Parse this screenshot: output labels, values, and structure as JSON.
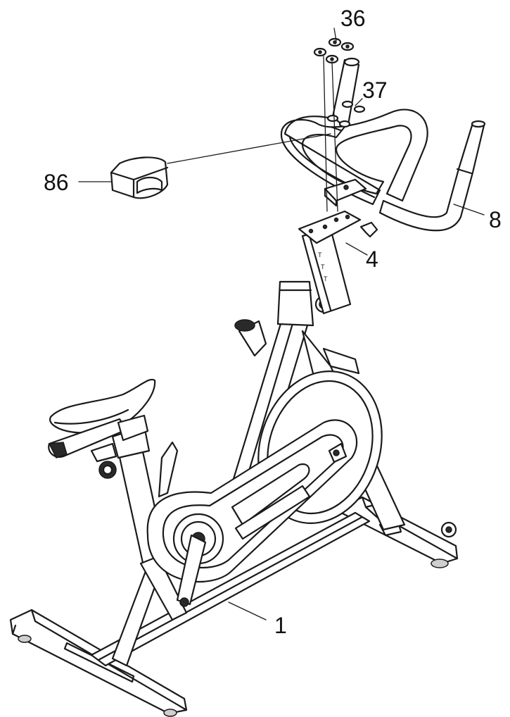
{
  "diagram": {
    "callouts": [
      {
        "id": "36",
        "label": "36"
      },
      {
        "id": "37",
        "label": "37"
      },
      {
        "id": "86",
        "label": "86"
      },
      {
        "id": "8",
        "label": "8"
      },
      {
        "id": "4",
        "label": "4"
      },
      {
        "id": "1",
        "label": "1"
      }
    ]
  },
  "colors": {
    "line": "#1a1a1a",
    "background": "#ffffff"
  }
}
